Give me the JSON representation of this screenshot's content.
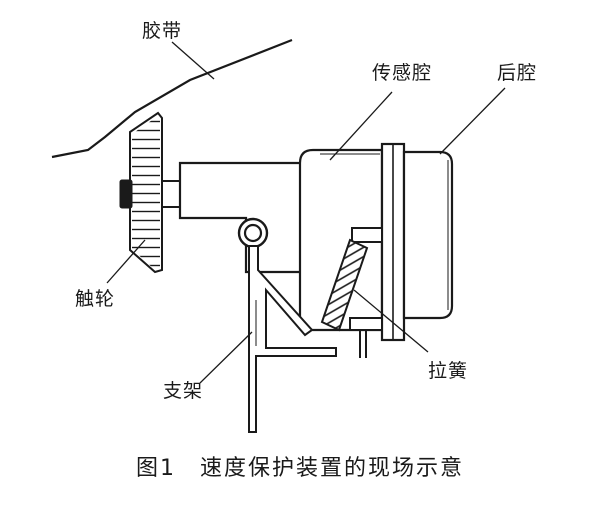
{
  "labels": {
    "belt": "胶带",
    "sensor_cavity": "传感腔",
    "rear_cavity": "后腔",
    "touch_wheel": "触轮",
    "bracket": "支架",
    "tension_spring": "拉簧"
  },
  "caption": "图1　速度保护装置的现场示意",
  "colors": {
    "line": "#1a1a1a",
    "background": "#ffffff"
  }
}
